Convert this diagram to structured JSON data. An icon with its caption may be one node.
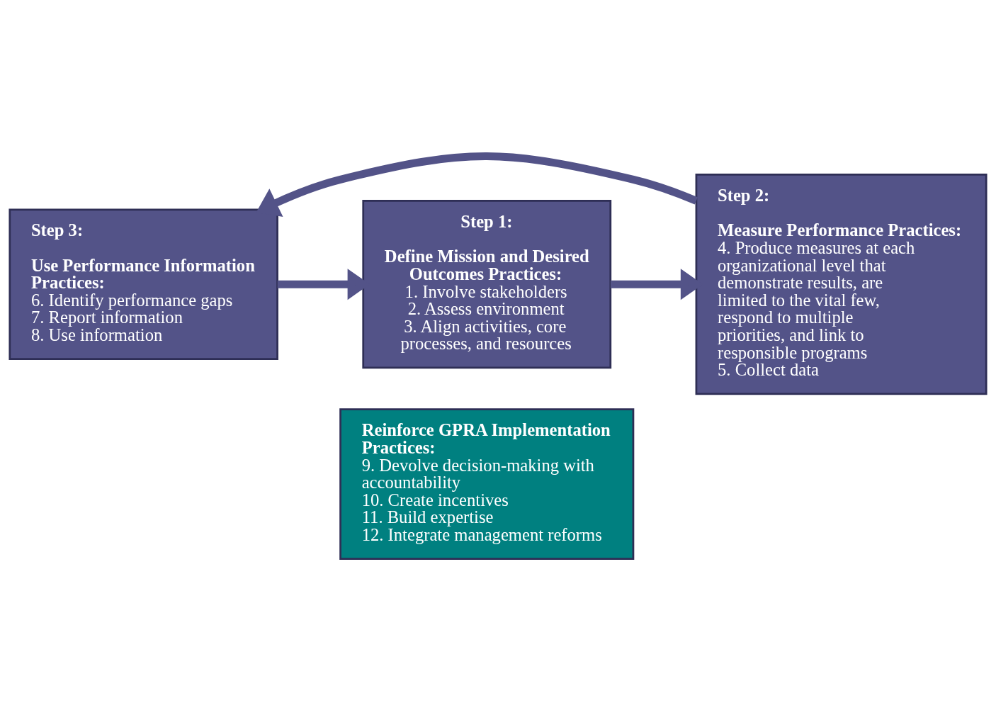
{
  "diagram": {
    "nodes": [
      {
        "text": [
          "Step 1:",
          "Define Mission and Desired Outcomes Practices:",
          "1. Involve stakeholders",
          "2. Assess environment",
          "3. Align activities, core processes, and resources"
        ]
      },
      {
        "text": [
          "Step 2:",
          "Measure Performance Practices:",
          "4. Produce measures at each organizational level that demonstrate results, are limited to the vital few, respond to multiple priorities, and link to responsible programs",
          "5. Collect data"
        ]
      },
      {
        "text": [
          "Step 3:",
          "Use Performance Information Practices:",
          "6. Identify performance gaps",
          "7. Report information",
          "8. Use information"
        ]
      },
      {
        "text": [
          "Reinforce GPRA Implementation Practices:",
          "9. Devolve decision-making with accountability",
          "10. Create incentives",
          "11. Build expertise",
          "12. Integrate management reforms"
        ]
      }
    ],
    "edges": [
      {
        "from": 2,
        "to": 0,
        "arrow": "to"
      },
      {
        "from": 0,
        "to": 1,
        "arrow": "to"
      },
      {
        "from": 1,
        "to": 2,
        "arrow": "to"
      }
    ]
  }
}
